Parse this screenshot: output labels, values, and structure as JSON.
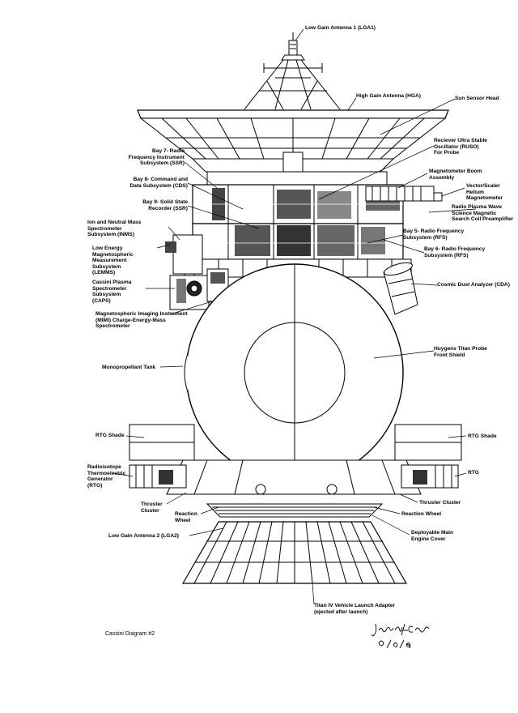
{
  "labels": {
    "lga1": "Low Gain Antenna 1 (LGA1)",
    "hga": "High Gain Antenna (HGA)",
    "sun_sensor": "Sun Sensor Head",
    "bay7": "Bay 7- Radio\nFrequency Instrument\nSubsystem (SSR)",
    "ruso": "Reciever Ultra Stable\nOscillator (RUSO)\nFor Probe",
    "bay8": "Bay 8- Command and\nData Subsystem (CDS)",
    "mag_boom": "Magnetometer Boom\nAssembly",
    "vsh_mag": "Vector/Scaler\nHelium\nMagnetometer",
    "bay9": "Bay 9- Solid State\nRecorder (SSR)",
    "rpws": "Radio Plasma Wave\nScience Magnetic\nSearch Coil Preamplifier",
    "inms": "Ion and Neutral Mass\nSpectrometer\nSubsystem (INMS)",
    "bay5": "Bay 5- Radio Frequency\nSubsystem (RFS)",
    "lemms": "Low Energy\nMagnetospheric\nMeasurement\nSubsystem\n(LEMMS)",
    "bay6": "Bay 6- Radio Frequency\nSubsystem (RFS)",
    "caps": "Cassini Plasma\nSpectrometer\nSubsystem\n(CAPS)",
    "cda": "Cosmic Dust Analyzer (CDA)",
    "mimi": "Magnetospheric Imaging Instrument\n(MIMI) Charge-Energy-Mass\nSpectrometer",
    "huygens": "Huygens Titan Probe\nFront Shield",
    "mono_tank": "Monopropellant Tank",
    "rtg_shade_left": "RTG Shade",
    "rtg_shade_right": "RTG Shade",
    "rtg_long": "Radioisotope\nThermoelectric\nGenerator\n(RTG)",
    "rtg_right": "RTG",
    "thruster_left": "Thruster\nCluster",
    "thruster_right": "Thruster Cluster",
    "reaction_left": "Reaction\nWheel",
    "reaction_right": "Reaction Wheel",
    "lga2": "Low Gain Antenna 2 (LGA2)",
    "engine_cover": "Deployable Main\nEngine Cover",
    "launch_adapter": "Titan IV Vehicle Launch Adapter\n(ejected after launch)"
  },
  "caption": "Cassini Diagram #2",
  "signature": "Jennifer A. Schwarz",
  "date": "8/9/98"
}
